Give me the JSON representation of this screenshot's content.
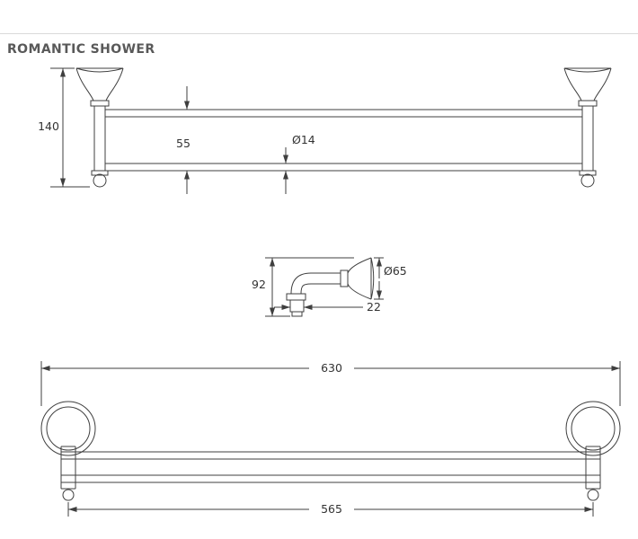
{
  "page": {
    "title": "ROMANTIC SHOWER"
  },
  "dimensions": {
    "front": {
      "overall_height": "140",
      "bar_spacing": "55",
      "bar_diameter": "Ø14"
    },
    "bracket": {
      "height": "92",
      "flange_diameter": "Ø65",
      "stud_diameter": "22"
    },
    "overall": {
      "total_width": "630",
      "mounting_centers": "565"
    }
  },
  "colors": {
    "line": "#3f3f3f",
    "dim_text": "#333333",
    "title_text": "#595959",
    "rule": "#d9d9d9",
    "background": "#ffffff"
  }
}
